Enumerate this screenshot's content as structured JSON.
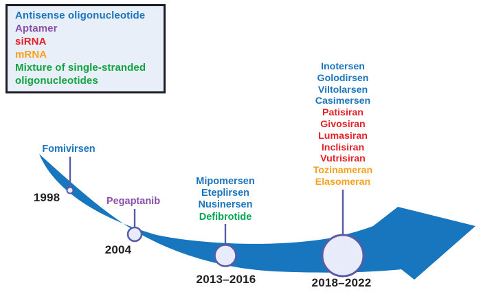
{
  "figure": {
    "background": "#ffffff",
    "type": "timeline-diagram",
    "subject": "Approved oligonucleotide therapeutics timeline"
  },
  "legend": {
    "background": "#e9eff8",
    "border_color": "#1d1c24",
    "items": [
      {
        "label": "Antisense oligonucleotide",
        "color": "#1b75bc"
      },
      {
        "label": "Aptamer",
        "color": "#8a4fa8"
      },
      {
        "label": "siRNA",
        "color": "#e32127"
      },
      {
        "label": "mRNA",
        "color": "#f9a11c"
      },
      {
        "label": "Mixture of single-stranded oligonucleotides",
        "color": "#10a33f"
      }
    ]
  },
  "timeline": {
    "arrow_color": "#1776bd",
    "stem_color": "#5a5ba6",
    "node_fill": "#e8ecfa",
    "node_border": "#5a5ba6",
    "year_color": "#231f20",
    "milestones": [
      {
        "year": "1998",
        "drugs": [
          {
            "name": "Fomivirsen",
            "color": "#1b75bc"
          }
        ]
      },
      {
        "year": "2004",
        "drugs": [
          {
            "name": "Pegaptanib",
            "color": "#8a4fa8"
          }
        ]
      },
      {
        "year": "2013–2016",
        "drugs": [
          {
            "name": "Mipomersen",
            "color": "#1b75bc"
          },
          {
            "name": "Eteplirsen",
            "color": "#1b75bc"
          },
          {
            "name": "Nusinersen",
            "color": "#1b75bc"
          },
          {
            "name": "Defibrotide",
            "color": "#00a651"
          }
        ]
      },
      {
        "year": "2018–2022",
        "drugs": [
          {
            "name": "Inotersen",
            "color": "#1b75bc"
          },
          {
            "name": "Golodirsen",
            "color": "#1b75bc"
          },
          {
            "name": "Viltolarsen",
            "color": "#1b75bc"
          },
          {
            "name": "Casimersen",
            "color": "#1b75bc"
          },
          {
            "name": "Patisiran",
            "color": "#e32127"
          },
          {
            "name": "Givosiran",
            "color": "#e32127"
          },
          {
            "name": "Lumasiran",
            "color": "#e32127"
          },
          {
            "name": "Inclisiran",
            "color": "#e32127"
          },
          {
            "name": "Vutrisiran",
            "color": "#e32127"
          },
          {
            "name": "Tozinameran",
            "color": "#f9a11c"
          },
          {
            "name": "Elasomeran",
            "color": "#f9a11c"
          }
        ]
      }
    ]
  }
}
